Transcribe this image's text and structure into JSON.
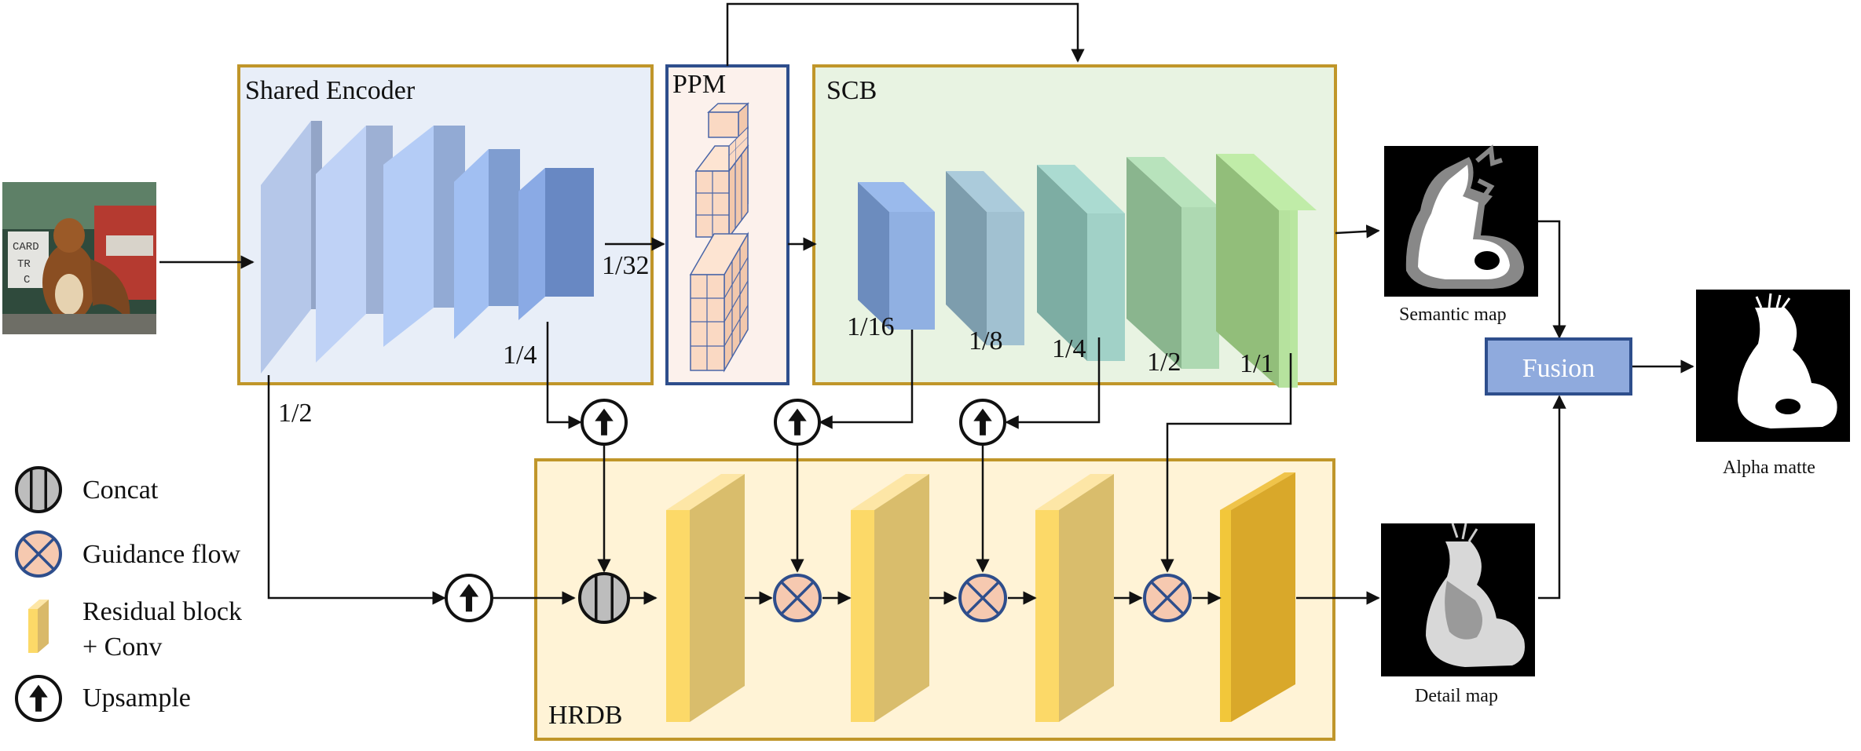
{
  "modules": {
    "shared_encoder": {
      "title": "Shared Encoder",
      "fill": "#E8EEF8",
      "border": "#C0962A"
    },
    "ppm": {
      "title": "PPM",
      "fill": "#FCF1EC",
      "border": "#2E4E8C"
    },
    "scb": {
      "title": "SCB",
      "fill": "#E8F3E2",
      "border": "#C0962A"
    },
    "hrdb": {
      "title": "HRDB",
      "fill": "#FFF3D6",
      "border": "#C0962A"
    },
    "fusion": {
      "title": "Fusion",
      "fill": "#8FAADD",
      "border": "#2E4E8C"
    }
  },
  "scale_labels": {
    "enc_half": "1/2",
    "enc_quarter": "1/4",
    "enc_thirtysecond": "1/32",
    "scb_sixteenth": "1/16",
    "scb_eighth": "1/8",
    "scb_quarter": "1/4",
    "scb_half": "1/2",
    "scb_full": "1/1"
  },
  "outputs": {
    "semantic": "Semantic map",
    "detail": "Detail map",
    "alpha": "Alpha matte"
  },
  "legend": {
    "concat": "Concat",
    "guidance": "Guidance flow",
    "residual_line1": "Residual block",
    "residual_line2": "+ Conv",
    "upsample": "Upsample"
  },
  "colors": {
    "encoder_blocks": [
      "#A9BBDD",
      "#B3C6EA",
      "#A8C0EA",
      "#95B3E6",
      "#7E9ED9"
    ],
    "scb_blocks": [
      "#7E9ED0",
      "#8FAFBF",
      "#8FBFB5",
      "#9CC7A0",
      "#A4D08C"
    ],
    "hrdb_block": "#E8C766",
    "hrdb_final": "#D9A82A",
    "guidance_fill": "#F6C9B0",
    "guidance_stroke": "#2E4E8C",
    "concat_fill": "#BDBDBD"
  }
}
